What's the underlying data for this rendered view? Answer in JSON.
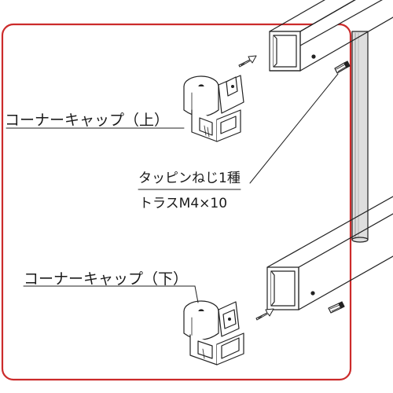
{
  "labels": {
    "corner_cap_upper": "コーナーキャップ（上）",
    "corner_cap_lower": "コーナーキャップ（下）",
    "screw_type": "タッピンねじ1種",
    "screw_size": "トラスM4×10"
  },
  "colors": {
    "frame_border": "#cc2b2b",
    "line": "#222222",
    "pole_fill": "#d9d9d9"
  },
  "icons": [
    "corner-cap-upper",
    "corner-cap-lower",
    "square-tube-upper",
    "square-tube-lower",
    "round-pole",
    "tapping-screw",
    "direction-arrow"
  ]
}
